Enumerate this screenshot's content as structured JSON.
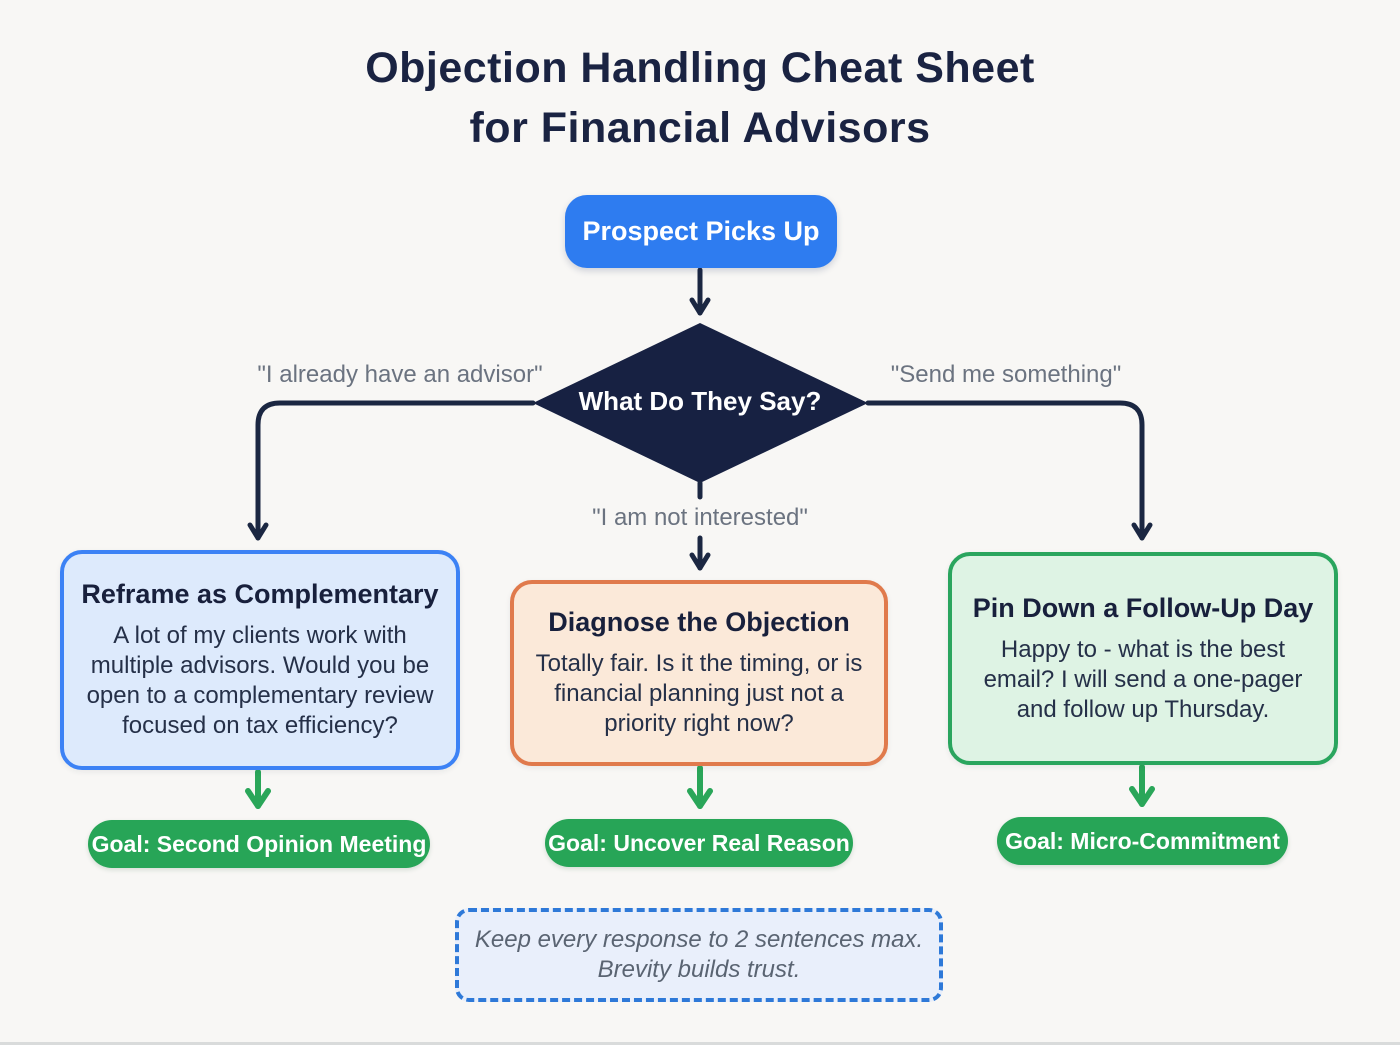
{
  "title": {
    "line1": "Objection Handling Cheat Sheet",
    "line2": "for Financial Advisors"
  },
  "start_node": {
    "label": "Prospect Picks Up"
  },
  "decision_node": {
    "label": "What Do They Say?"
  },
  "branches": [
    {
      "condition": "\"I already have an advisor\"",
      "card": {
        "title": "Reframe as Complementary",
        "body": "A lot of my clients work with multiple advisors. Would you be open to a complementary review focused on tax efficiency?"
      },
      "goal": "Goal: Second Opinion Meeting"
    },
    {
      "condition": "\"I am not interested\"",
      "card": {
        "title": "Diagnose the Objection",
        "body": "Totally fair. Is it the timing, or is financial planning just not a priority right now?"
      },
      "goal": "Goal: Uncover Real Reason"
    },
    {
      "condition": "\"Send me something\"",
      "card": {
        "title": "Pin Down a Follow-Up Day",
        "body": "Happy to - what is the best email? I will send a one-pager and follow up Thursday."
      },
      "goal": "Goal: Micro-Commitment"
    }
  ],
  "note": {
    "line1": "Keep every response to 2 sentences max.",
    "line2": "Brevity builds trust."
  },
  "colors": {
    "background": "#f8f7f5",
    "title_text": "#1a2342",
    "start_node_blue": "#2e7cf0",
    "decision_navy": "#172142",
    "connector_dark": "#1b2742",
    "connector_green": "#2aa659",
    "card_blue_bg": "#ddeafc",
    "card_blue_border": "#3c82f5",
    "card_orange_bg": "#fbe9d9",
    "card_orange_border": "#e07a4c",
    "card_green_bg": "#def3e4",
    "card_green_border": "#2aa55e",
    "goal_pill_green": "#27a557",
    "branch_label_gray": "#6b7380",
    "note_border_blue": "#2e79d8",
    "note_bg": "#e9effb"
  }
}
